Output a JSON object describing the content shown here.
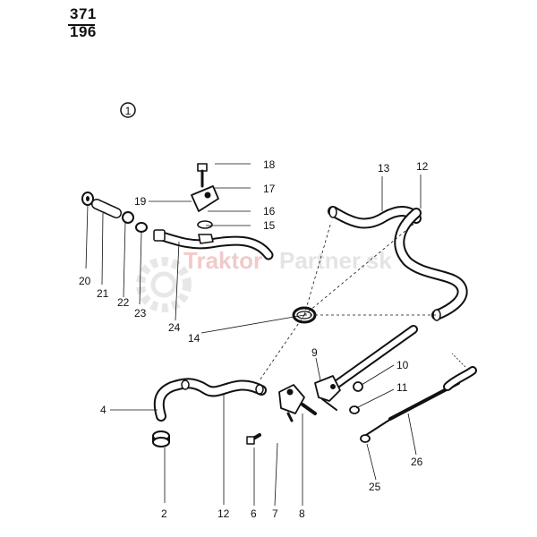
{
  "header": {
    "page_top": "371",
    "page_bottom": "196",
    "figure_marker": "1"
  },
  "watermark": {
    "text_part1": "Traktor",
    "text_part2": "Partner.sk",
    "color": "#e8a8a8"
  },
  "callouts": {
    "c2": "2",
    "c4": "4",
    "c6": "6",
    "c7": "7",
    "c8": "8",
    "c9": "9",
    "c10": "10",
    "c11": "11",
    "c12a": "12",
    "c12b": "12",
    "c13": "13",
    "c14": "14",
    "c15": "15",
    "c16": "16",
    "c17": "17",
    "c18": "18",
    "c19": "19",
    "c20": "20",
    "c21": "21",
    "c22": "22",
    "c23": "23",
    "c24": "24",
    "c25": "25",
    "c26": "26"
  }
}
